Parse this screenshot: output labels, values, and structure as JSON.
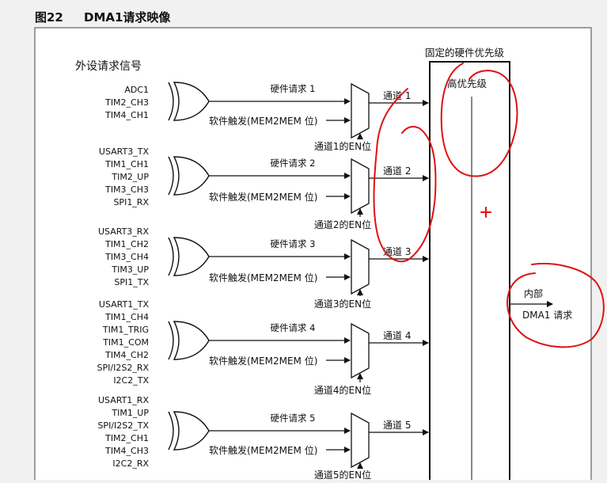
{
  "figure": {
    "number": "图22",
    "title": "DMA1请求映像"
  },
  "peripheral_header": "外设请求信号",
  "priority": {
    "title": "固定的硬件优先级",
    "high": "高优先级"
  },
  "internal": {
    "line1": "内部",
    "line2": "DMA1 请求"
  },
  "soft_trigger_label": "软件触发(MEM2MEM 位)",
  "plus_mark": "+",
  "channels": [
    {
      "signals": [
        "ADC1",
        "TIM2_CH3",
        "TIM4_CH1"
      ],
      "hw_request": "硬件请求 1",
      "channel": "通道 1",
      "en": "通道1的EN位"
    },
    {
      "signals": [
        "USART3_TX",
        "TIM1_CH1",
        "TIM2_UP",
        "TIM3_CH3",
        "SPI1_RX"
      ],
      "hw_request": "硬件请求 2",
      "channel": "通道 2",
      "en": "通道2的EN位"
    },
    {
      "signals": [
        "USART3_RX",
        "TIM1_CH2",
        "TIM3_CH4",
        "TIM3_UP",
        "SPI1_TX"
      ],
      "hw_request": "硬件请求 3",
      "channel": "通道 3",
      "en": "通道3的EN位"
    },
    {
      "signals": [
        "USART1_TX",
        "TIM1_CH4",
        "TIM1_TRIG",
        "TIM1_COM",
        "TIM4_CH2",
        "SPI/I2S2_RX",
        "I2C2_TX"
      ],
      "hw_request": "硬件请求 4",
      "channel": "通道 4",
      "en": "通道4的EN位"
    },
    {
      "signals": [
        "USART1_RX",
        "TIM1_UP",
        "SPI/I2S2_TX",
        "TIM2_CH1",
        "TIM4_CH3",
        "I2C2_RX"
      ],
      "hw_request": "硬件请求 5",
      "channel": "通道 5",
      "en": "通道5的EN位"
    }
  ],
  "annotation_color": "#e01010"
}
